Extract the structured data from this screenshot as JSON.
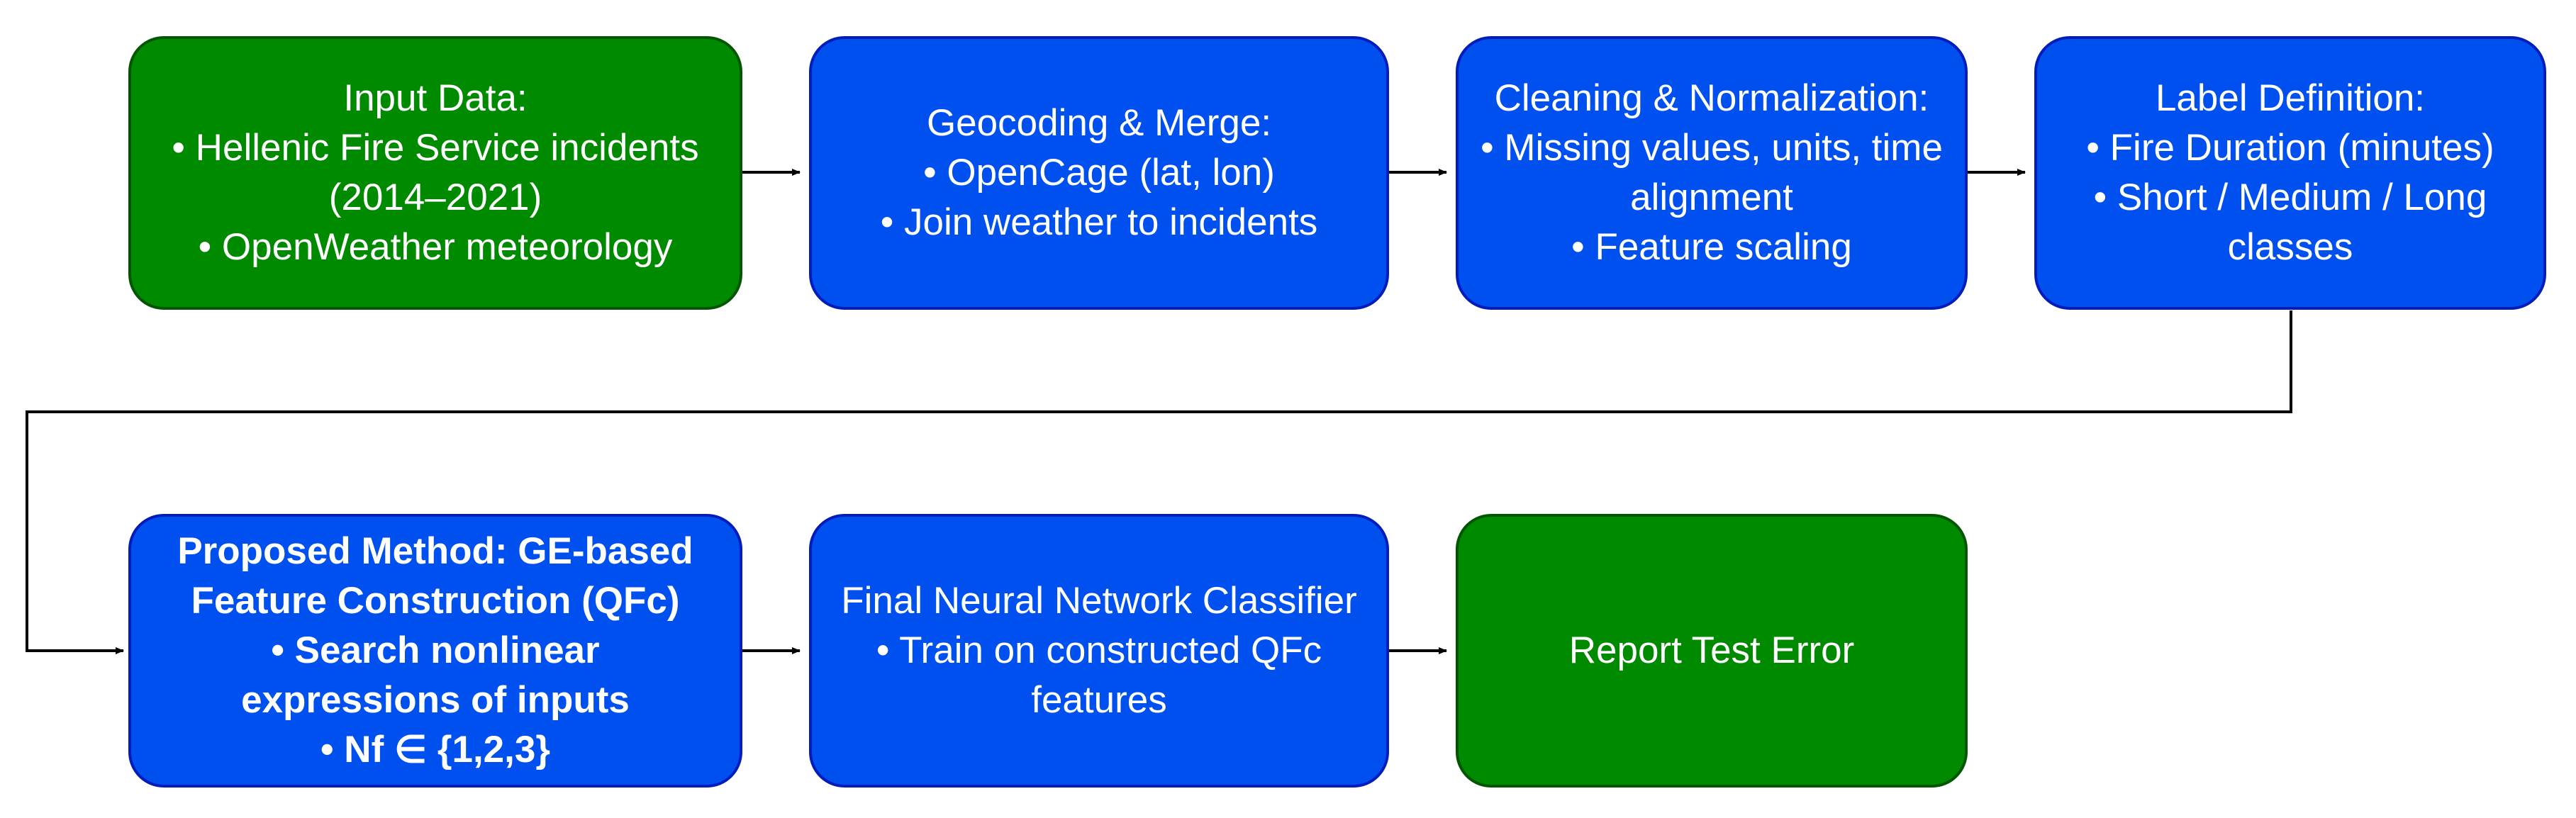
{
  "colors": {
    "green_fill": "#008a00",
    "green_stroke": "#005700",
    "blue_fill": "#0050ef",
    "blue_stroke": "#001dbc",
    "connector": "#000000"
  },
  "nodes": {
    "input_data": {
      "color": "green",
      "lines": [
        "Input Data:",
        "• Hellenic Fire Service incidents",
        "(2014–2021)",
        "• OpenWeather meteorology"
      ]
    },
    "geocoding": {
      "color": "blue",
      "lines": [
        "Geocoding & Merge:",
        "• OpenCage (lat, lon)",
        "• Join weather to incidents"
      ]
    },
    "cleaning": {
      "color": "blue",
      "lines": [
        "Cleaning & Normalization:",
        "• Missing values, units, time",
        "alignment",
        "• Feature scaling"
      ]
    },
    "label_definition": {
      "color": "blue",
      "lines": [
        "Label Definition:",
        "• Fire Duration (minutes)",
        "• Short / Medium / Long",
        "classes"
      ]
    },
    "proposed_method": {
      "color": "blue",
      "lines": [
        "Proposed Method: GE-based",
        "Feature Construction (QFc)",
        "• Search nonlinear",
        "expressions of inputs",
        "• Nf ∈ {1,2,3}"
      ]
    },
    "classifier": {
      "color": "blue",
      "lines": [
        "Final Neural Network Classifier",
        "• Train on constructed QFc",
        "features"
      ]
    },
    "report": {
      "color": "green",
      "lines": [
        "Report Test Error"
      ]
    }
  }
}
